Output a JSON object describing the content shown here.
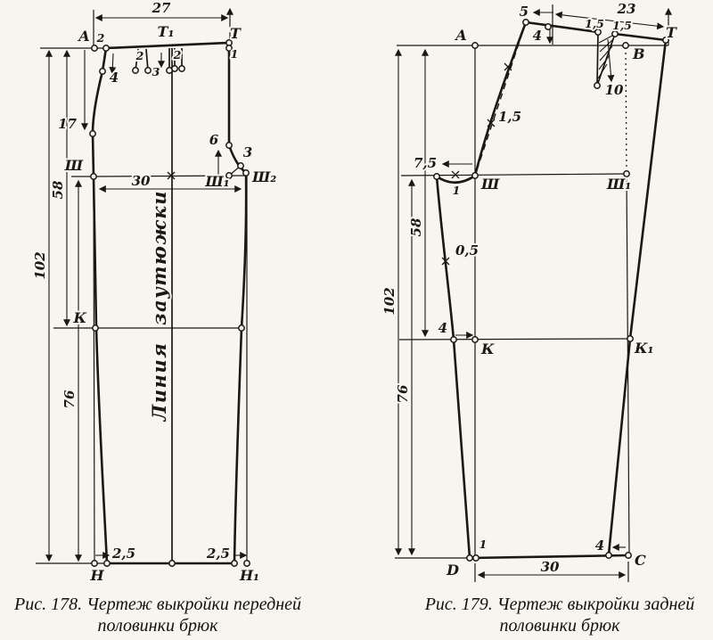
{
  "page": {
    "background": "#f7f5f0",
    "ink": "#1b1713"
  },
  "fig178": {
    "caption1": "Рис. 178. Чертеж выкройки передней",
    "caption2": "половинки брюк",
    "fold_word1": "Линия",
    "fold_word2": "заутюжки",
    "pt_A": "А",
    "pt_2": "2",
    "pt_T1": "Т₁",
    "pt_T": "Т",
    "pt_Sh": "Ш",
    "pt_Sh1": "Ш₁",
    "pt_Sh2": "Ш₂",
    "pt_K": "К",
    "pt_N": "Н",
    "pt_N1": "Н₁",
    "dim_27": "27",
    "dim_17": "17",
    "dim_58": "58",
    "dim_102": "102",
    "dim_76": "76",
    "dim_30": "30",
    "dim_6": "6",
    "dim_1": "1",
    "dim_4": "4",
    "dim_3": "3",
    "dim_3_bisector": "3",
    "dart_left": "2",
    "dart_right": "2",
    "hem_left": "2,5",
    "hem_right": "2,5"
  },
  "fig179": {
    "caption1": "Рис. 179. Чертеж выкройки задней",
    "caption2": "половинки брюк",
    "pt_A": "А",
    "pt_B": "В",
    "pt_T": "Т",
    "pt_Sh": "Ш",
    "pt_Sh1": "Ш₁",
    "pt_K": "К",
    "pt_K1": "К₁",
    "pt_D": "D",
    "pt_C": "С",
    "dim_5": "5",
    "dim_4_top": "4",
    "dim_23": "23",
    "dim_15_dart_l": "1,5",
    "dim_15_dart_r": "1,5",
    "dim_10": "10",
    "dim_15_curve": "1,5",
    "dim_75": "7,5",
    "dim_1_hip": "1",
    "dim_05": "0,5",
    "dim_58": "58",
    "dim_102": "102",
    "dim_4_knee": "4",
    "dim_76": "76",
    "dim_1_hem": "1",
    "dim_30": "30",
    "dim_4_hem": "4"
  }
}
